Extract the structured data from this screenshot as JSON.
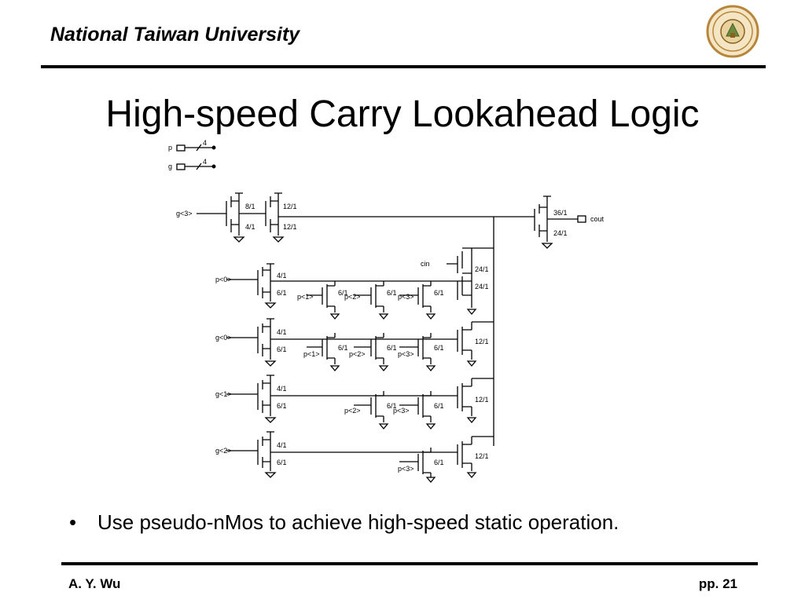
{
  "header": {
    "title": "National Taiwan University"
  },
  "slide": {
    "title": "High-speed Carry Lookahead Logic",
    "bullet": "Use pseudo-nMos to achieve high-speed static operation."
  },
  "footer": {
    "author": "A. Y. Wu",
    "page": "pp. 21"
  },
  "logo": {
    "icon": "university-seal-icon",
    "color": "#b8863b"
  },
  "circuit": {
    "bus_p": "p",
    "bus_g": "g",
    "bus_width": "4",
    "input_g3": "g<3>",
    "output": "cout",
    "cin": "cin",
    "rows": [
      {
        "input": "p<0>",
        "top": "4/1",
        "bottom": "6/1"
      },
      {
        "input": "g<0>",
        "top": "4/1",
        "bottom": "6/1"
      },
      {
        "input": "g<1>",
        "top": "4/1",
        "bottom": "6/1"
      },
      {
        "input": "g<2>",
        "top": "4/1",
        "bottom": "6/1"
      }
    ],
    "series_inputs": [
      "p<1>",
      "p<2>",
      "p<3>"
    ],
    "sizes": {
      "inv1_p": "8/1",
      "inv1_n": "4/1",
      "inv2_p": "12/1",
      "inv2_n": "12/1",
      "out_p": "36/1",
      "out_n": "24/1",
      "cin_p": "24/1",
      "cin_n": "24/1",
      "series": "6/1",
      "row_nmos": "12/1"
    }
  }
}
